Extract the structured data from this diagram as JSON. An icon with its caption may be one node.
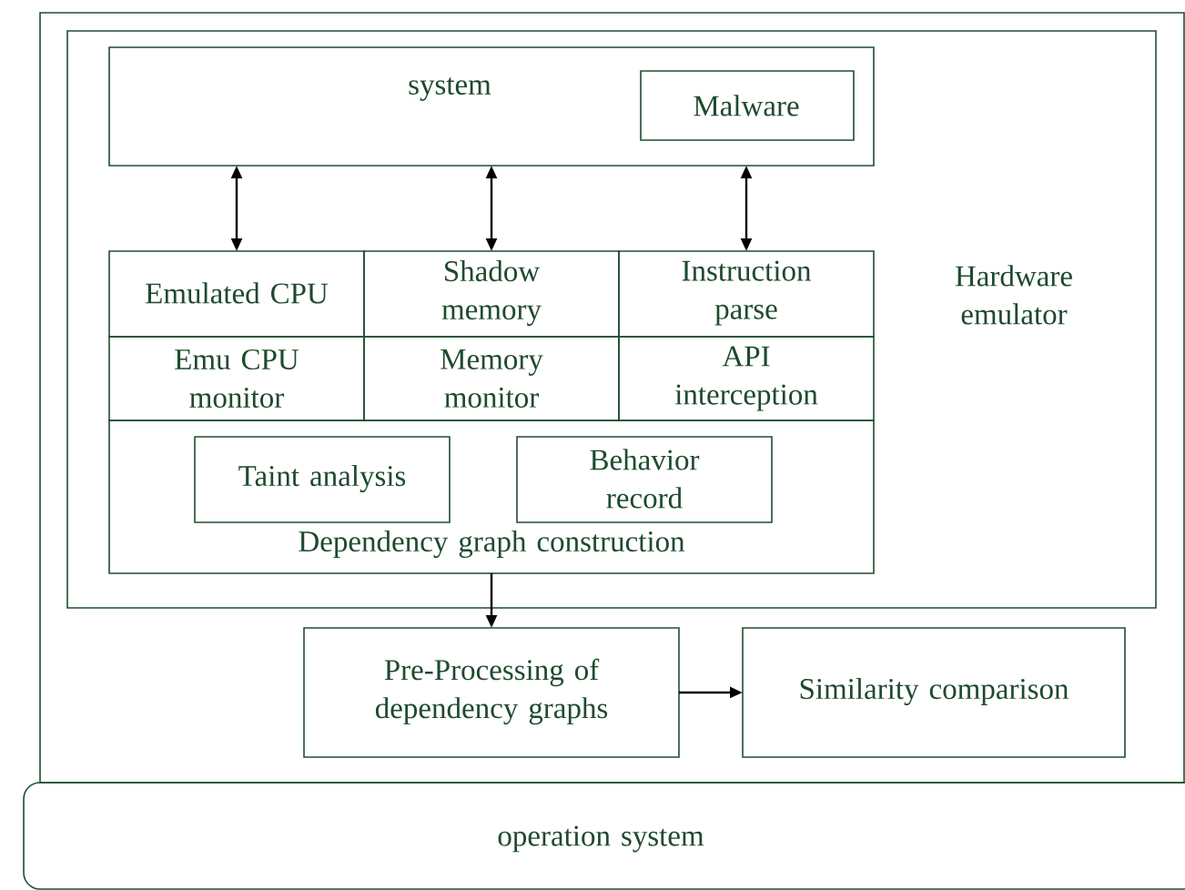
{
  "diagram": {
    "nodes": [
      {
        "text": [],
        "shape": "box"
      },
      {
        "text": [
          "Hardware emulator"
        ],
        "in": 0
      },
      {
        "text": [
          "system"
        ],
        "in": 1
      },
      {
        "text": [
          "Malware"
        ],
        "in": 2
      },
      {
        "text": [
          "Emulated CPU"
        ],
        "in": 1
      },
      {
        "text": [
          "Shadow memory"
        ],
        "in": 1
      },
      {
        "text": [
          "Instruction parse"
        ],
        "in": 1
      },
      {
        "text": [
          "Emu CPU monitor"
        ],
        "in": 1
      },
      {
        "text": [
          "Memory monitor"
        ],
        "in": 1
      },
      {
        "text": [
          "API interception"
        ],
        "in": 1
      },
      {
        "text": [
          "Dependency graph construction"
        ],
        "in": 1
      },
      {
        "text": [
          "Taint analysis"
        ],
        "in": 10
      },
      {
        "text": [
          "Behavior record"
        ],
        "in": 10
      },
      {
        "text": [
          "Pre-Processing of dependency graphs"
        ],
        "in": 0
      },
      {
        "text": [
          "Similarity comparison"
        ],
        "in": 0
      },
      {
        "text": [
          "operation system"
        ]
      }
    ],
    "edges": [
      {
        "from": 2,
        "to": 4,
        "arrow": "both"
      },
      {
        "from": 2,
        "to": 5,
        "arrow": "both"
      },
      {
        "from": 2,
        "to": 6,
        "arrow": "both"
      },
      {
        "from": 10,
        "to": 13,
        "arrow": "to"
      },
      {
        "from": 13,
        "to": 14,
        "arrow": "to"
      }
    ]
  }
}
